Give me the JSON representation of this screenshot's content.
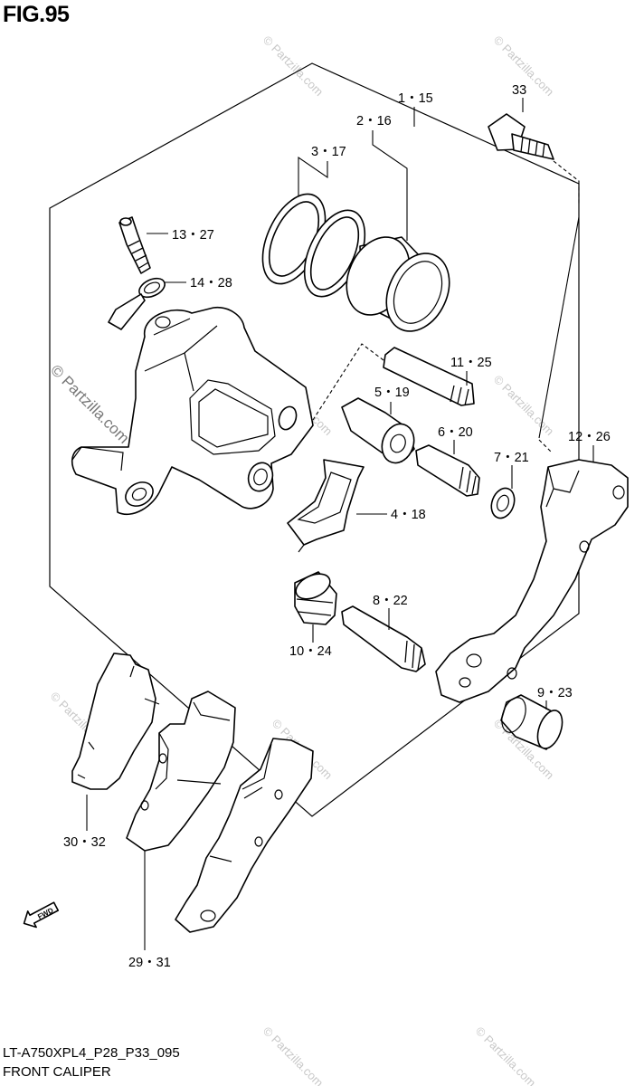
{
  "figure": {
    "title": "FIG.95",
    "model_code": "LT-A750XPL4_P28_P33_095",
    "name": "FRONT CALIPER"
  },
  "direction_marker": "FWD",
  "watermark": {
    "text": "© Partzilla.com"
  },
  "callouts": [
    {
      "id": "c-1-15",
      "label": "1・15"
    },
    {
      "id": "c-2-16",
      "label": "2・16"
    },
    {
      "id": "c-3-17",
      "label": "3・17"
    },
    {
      "id": "c-33",
      "label": "33"
    },
    {
      "id": "c-13-27",
      "label": "13・27"
    },
    {
      "id": "c-14-28",
      "label": "14・28"
    },
    {
      "id": "c-11-25",
      "label": "11・25"
    },
    {
      "id": "c-5-19",
      "label": "5・19"
    },
    {
      "id": "c-6-20",
      "label": "6・20"
    },
    {
      "id": "c-7-21",
      "label": "7・21"
    },
    {
      "id": "c-12-26",
      "label": "12・26"
    },
    {
      "id": "c-4-18",
      "label": "4・18"
    },
    {
      "id": "c-8-22",
      "label": "8・22"
    },
    {
      "id": "c-10-24",
      "label": "10・24"
    },
    {
      "id": "c-9-23",
      "label": "9・23"
    },
    {
      "id": "c-30-32",
      "label": "30・32"
    },
    {
      "id": "c-29-31",
      "label": "29・31"
    }
  ]
}
